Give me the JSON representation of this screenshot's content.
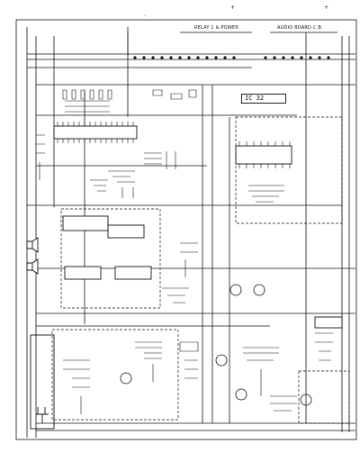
{
  "schematic": {
    "header_left": "RELAY 1 & POWER",
    "header_right": "AUDIO BOARD C.B.",
    "module_label": "IC 32",
    "tiny_marks": [
      "+",
      "+",
      "·"
    ]
  },
  "colors": {
    "ink": "#111111",
    "paper": "#ffffff"
  }
}
